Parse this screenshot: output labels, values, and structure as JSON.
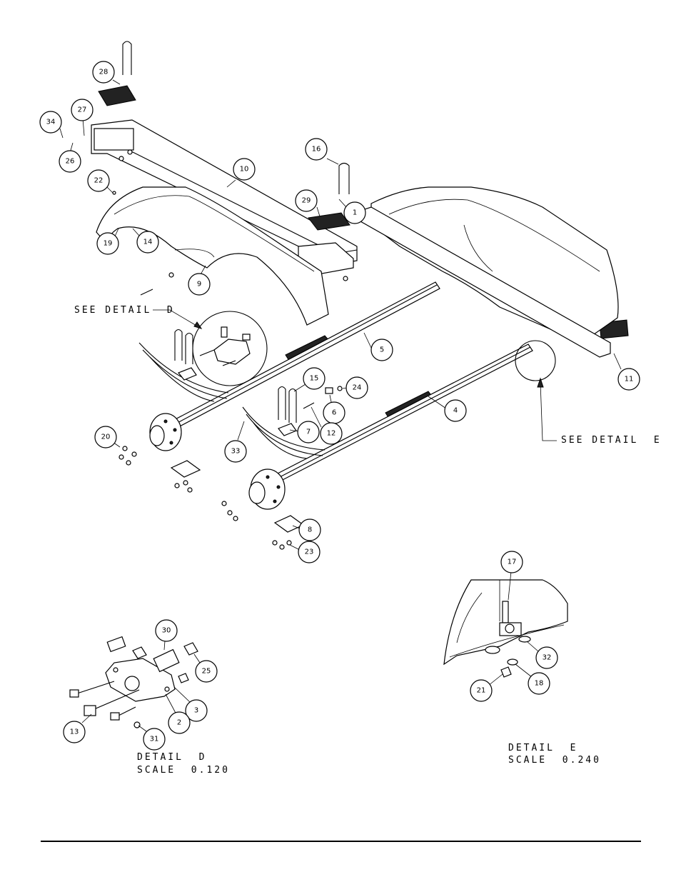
{
  "callouts": [
    {
      "id": "28",
      "label": "28"
    },
    {
      "id": "27",
      "label": "27"
    },
    {
      "id": "34",
      "label": "34"
    },
    {
      "id": "26",
      "label": "26"
    },
    {
      "id": "22",
      "label": "22"
    },
    {
      "id": "10",
      "label": "10"
    },
    {
      "id": "16",
      "label": "16"
    },
    {
      "id": "29",
      "label": "29"
    },
    {
      "id": "1",
      "label": "1"
    },
    {
      "id": "19",
      "label": "19"
    },
    {
      "id": "14",
      "label": "14"
    },
    {
      "id": "9",
      "label": "9"
    },
    {
      "id": "5",
      "label": "5"
    },
    {
      "id": "11",
      "label": "11"
    },
    {
      "id": "15",
      "label": "15"
    },
    {
      "id": "24",
      "label": "24"
    },
    {
      "id": "6",
      "label": "6"
    },
    {
      "id": "4",
      "label": "4"
    },
    {
      "id": "20",
      "label": "20"
    },
    {
      "id": "7",
      "label": "7"
    },
    {
      "id": "12",
      "label": "12"
    },
    {
      "id": "33",
      "label": "33"
    },
    {
      "id": "8",
      "label": "8"
    },
    {
      "id": "23",
      "label": "23"
    },
    {
      "id": "17",
      "label": "17"
    },
    {
      "id": "30",
      "label": "30"
    },
    {
      "id": "25",
      "label": "25"
    },
    {
      "id": "3",
      "label": "3"
    },
    {
      "id": "2",
      "label": "2"
    },
    {
      "id": "13",
      "label": "13"
    },
    {
      "id": "31",
      "label": "31"
    },
    {
      "id": "32",
      "label": "32"
    },
    {
      "id": "21",
      "label": "21"
    },
    {
      "id": "18",
      "label": "18"
    }
  ],
  "notes": {
    "see_detail_d": "SEE DETAIL  D",
    "see_detail_e": "SEE DETAIL  E",
    "detail_d_title": "DETAIL  D",
    "detail_d_scale": "SCALE  0.120",
    "detail_e_title": "DETAIL  E",
    "detail_e_scale": "SCALE  0.240"
  }
}
